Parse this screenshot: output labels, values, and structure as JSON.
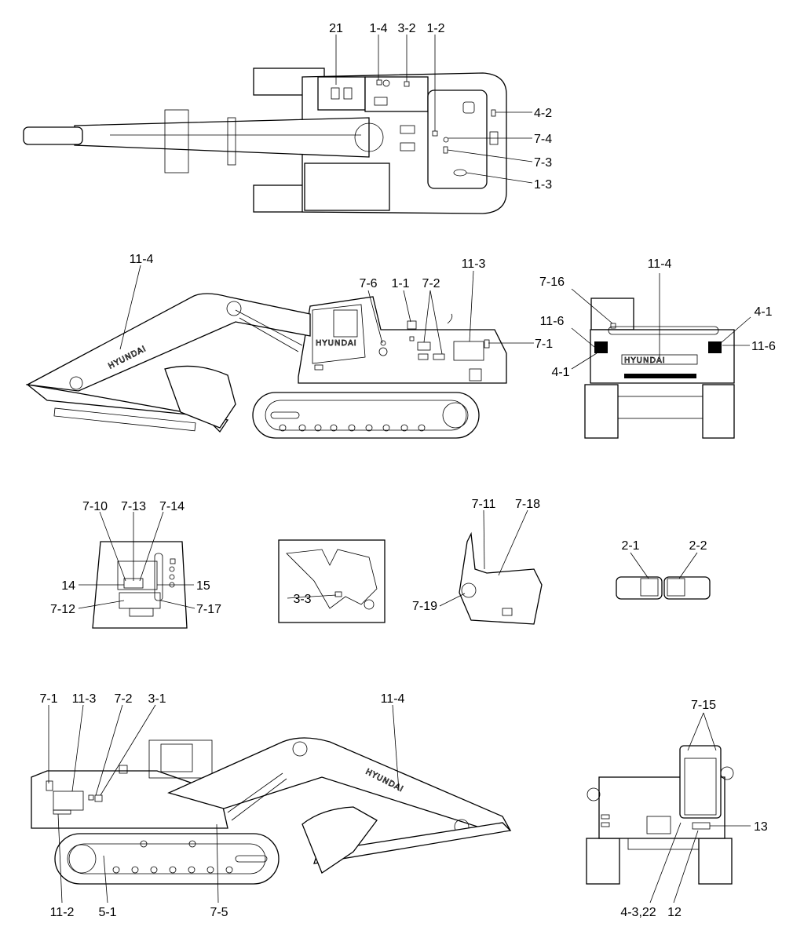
{
  "brand": "HYUNDAI",
  "callouts": {
    "top": [
      "21",
      "1-4",
      "3-2",
      "1-2",
      "4-2",
      "7-4",
      "7-3",
      "1-3"
    ],
    "side": [
      "11-4",
      "7-6",
      "1-1",
      "7-2",
      "11-3",
      "7-1"
    ],
    "rear": [
      "7-16",
      "11-4",
      "11-6",
      "4-1",
      "4-1",
      "11-6"
    ],
    "cab": [
      "7-10",
      "7-13",
      "7-14",
      "14",
      "15",
      "7-12",
      "7-17"
    ],
    "mount": [
      "3-3"
    ],
    "joystick": [
      "7-11",
      "7-18",
      "7-19"
    ],
    "decals": [
      "2-1",
      "2-2"
    ],
    "bottom": [
      "7-1",
      "11-3",
      "7-2",
      "3-1",
      "11-4",
      "11-2",
      "5-1",
      "7-5"
    ],
    "back": [
      "7-15",
      "13",
      "4-3,22",
      "12"
    ]
  }
}
